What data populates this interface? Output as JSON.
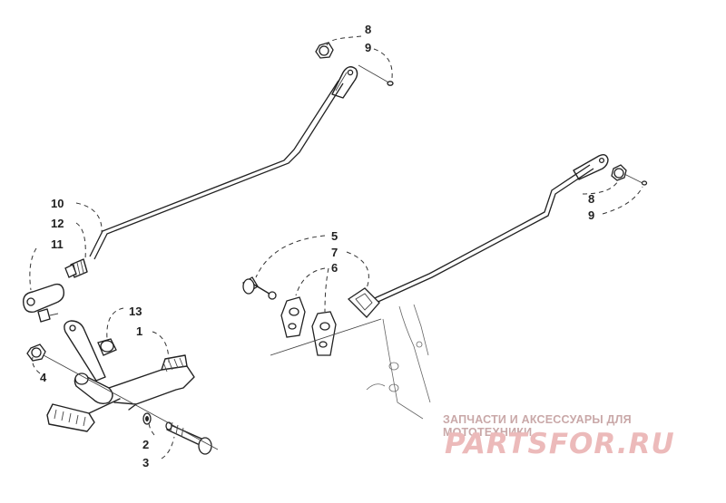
{
  "callouts": {
    "c1": "1",
    "c2": "2",
    "c3": "3",
    "c4": "4",
    "c5": "5",
    "c6": "6",
    "c7": "7",
    "c8_top": "8",
    "c9_top": "9",
    "c8_right": "8",
    "c9_right": "9",
    "c10": "10",
    "c11": "11",
    "c12": "12",
    "c13": "13"
  },
  "watermark": {
    "caption": "ЗАПЧАСТИ И АКСЕССУАРЫ ДЛЯ МОТОТЕХНИКИ",
    "logo": "PARTSFOR.RU"
  },
  "colors": {
    "line": "#222222",
    "watermark_text": "#c9a8a8",
    "watermark_logo": "#ecbaba"
  }
}
